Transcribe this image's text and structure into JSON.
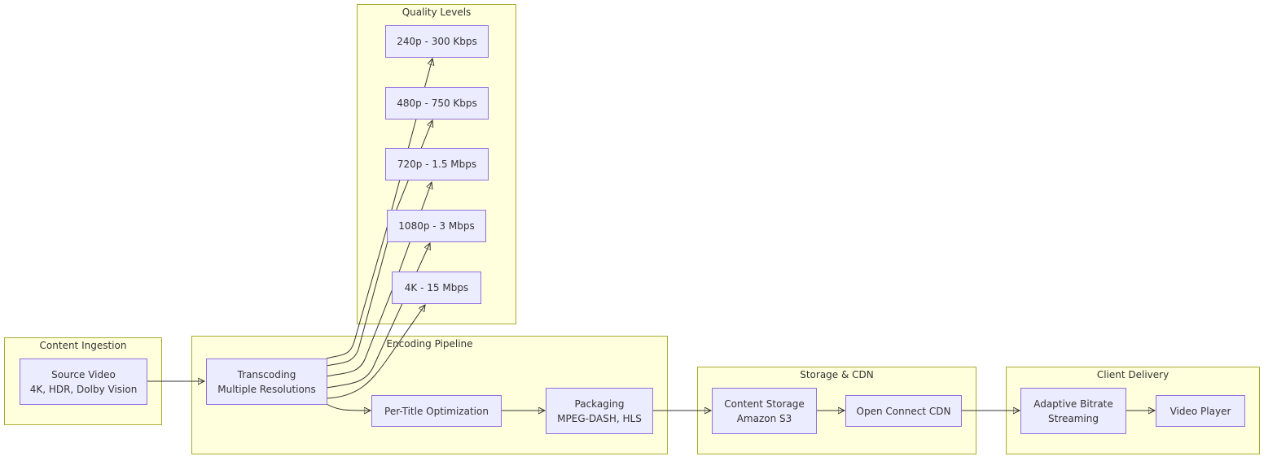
{
  "clusters": {
    "quality_levels": "Quality Levels",
    "content_ingestion": "Content Ingestion",
    "encoding_pipeline": "Encoding Pipeline",
    "storage_cdn": "Storage & CDN",
    "client_delivery": "Client Delivery"
  },
  "nodes": {
    "q240": "240p - 300 Kbps",
    "q480": "480p - 750 Kbps",
    "q720": "720p - 1.5 Mbps",
    "q1080": "1080p - 3 Mbps",
    "q4k": "4K - 15 Mbps",
    "source_line1": "Source Video",
    "source_line2": "4K, HDR, Dolby Vision",
    "transcoding_line1": "Transcoding",
    "transcoding_line2": "Multiple Resolutions",
    "per_title": "Per-Title Optimization",
    "packaging_line1": "Packaging",
    "packaging_line2": "MPEG-DASH, HLS",
    "content_storage_line1": "Content Storage",
    "content_storage_line2": "Amazon S3",
    "cdn": "Open Connect CDN",
    "abr_line1": "Adaptive Bitrate",
    "abr_line2": "Streaming",
    "player": "Video Player"
  }
}
